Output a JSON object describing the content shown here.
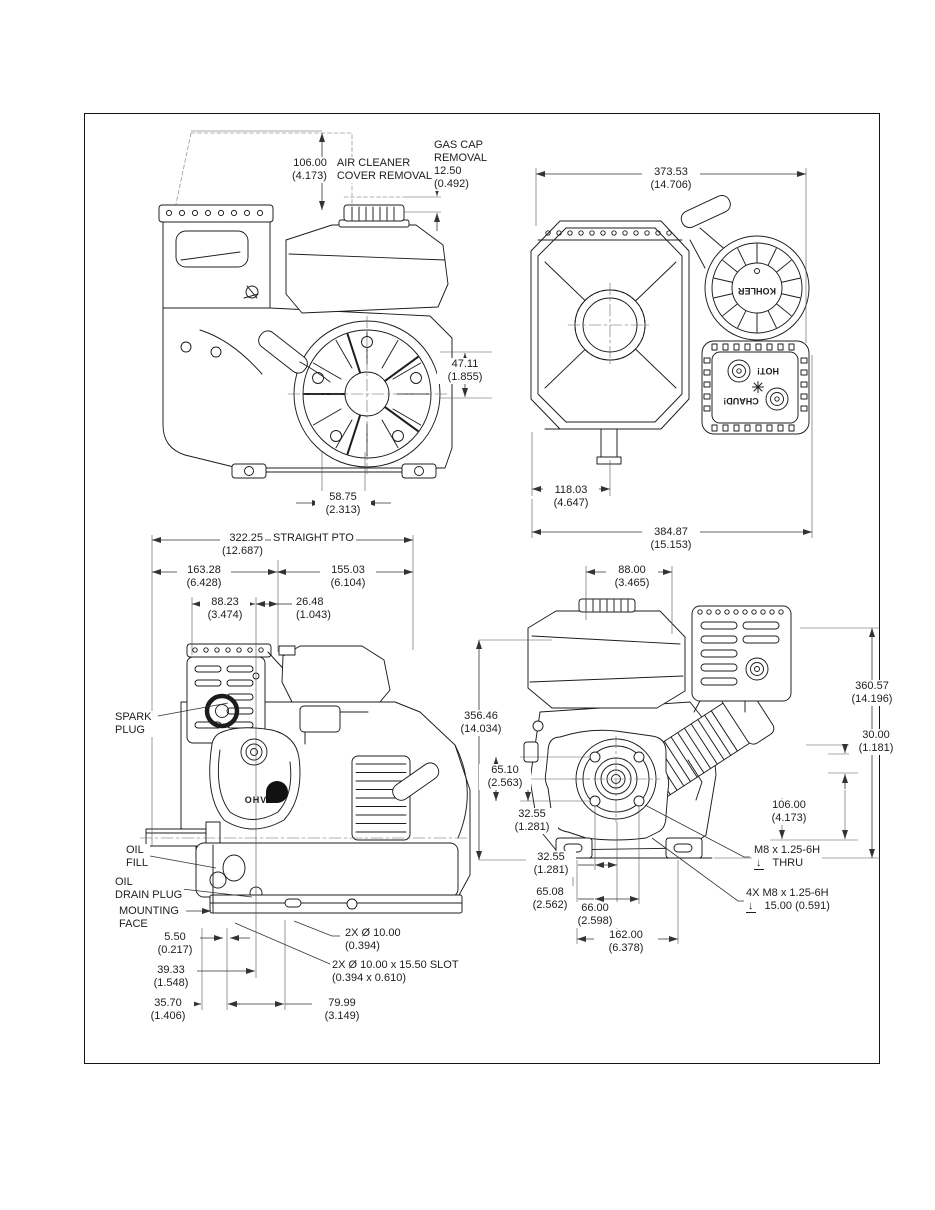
{
  "views": {
    "front": {
      "dims": {
        "air_cleaner_removal": {
          "value": "106.00",
          "inches": "(4.173)",
          "note_line1": "AIR CLEANER",
          "note_line2": "COVER REMOVAL"
        },
        "gas_cap_removal": {
          "note_line1": "GAS CAP",
          "note_line2": "REMOVAL",
          "value": "12.50",
          "inches": "(0.492)"
        },
        "shaft_height": {
          "value": "47.11",
          "inches": "(1.855)"
        },
        "shaft_offset": {
          "value": "58.75",
          "inches": "(2.313)"
        }
      }
    },
    "rear": {
      "dims": {
        "body_width": {
          "value": "373.53",
          "inches": "(14.706)"
        },
        "shaft_to_edge": {
          "value": "118.03",
          "inches": "(4.647)"
        },
        "overall_width": {
          "value": "384.87",
          "inches": "(15.153)"
        }
      },
      "labels": {
        "recoil_brand": "KOHLER",
        "hot_label": "HOT!",
        "chaud_label": "CHAUD!"
      }
    },
    "side": {
      "dims": {
        "straight_pto": {
          "value": "322.25",
          "inches": "(12.687)",
          "note": "STRAIGHT PTO"
        },
        "left_length": {
          "value": "163.28",
          "inches": "(6.428)"
        },
        "right_length": {
          "value": "155.03",
          "inches": "(6.104)"
        },
        "mid_length": {
          "value": "88.23",
          "inches": "(3.474)"
        },
        "short_length": {
          "value": "26.48",
          "inches": "(1.043)"
        },
        "foot_offset": {
          "value": "5.50",
          "inches": "(0.217)"
        },
        "slot_offset": {
          "value": "39.33",
          "inches": "(1.548)"
        },
        "hole_offset": {
          "value": "35.70",
          "inches": "(1.406)"
        },
        "hole_span": {
          "value": "79.99",
          "inches": "(3.149)"
        }
      },
      "labels": {
        "spark_plug_line1": "SPARK",
        "spark_plug_line2": "PLUG",
        "oil_fill_line1": "OIL",
        "oil_fill_line2": "FILL",
        "oil_drain_line1": "OIL",
        "oil_drain_line2": "DRAIN PLUG",
        "mounting_line1": "MOUNTING",
        "mounting_line2": "FACE",
        "valve_cover": "OHV"
      },
      "callouts": {
        "holes_line1": "2X Ø 10.00",
        "holes_line2": "(0.394)",
        "slots_line1": "2X Ø 10.00 x 15.50 SLOT",
        "slots_line2": "(0.394 x 0.610)"
      }
    },
    "pto": {
      "dims": {
        "tank_width": {
          "value": "88.00",
          "inches": "(3.465)"
        },
        "height_left": {
          "value": "356.46",
          "inches": "(14.034)"
        },
        "hole_spacing_v": {
          "value": "65.10",
          "inches": "(2.563)"
        },
        "half_spacing_left": {
          "value": "32.55",
          "inches": "(1.281)"
        },
        "height_right": {
          "value": "360.57",
          "inches": "(14.196)"
        },
        "shaft_drop": {
          "value": "30.00",
          "inches": "(1.181)"
        },
        "offset_right": {
          "value": "106.00",
          "inches": "(4.173)"
        },
        "half_spacing_bottom": {
          "value": "32.55",
          "inches": "(1.281)"
        },
        "hole_spacing_h": {
          "value": "65.08",
          "inches": "(2.562)"
        },
        "foot_span": {
          "value": "66.00",
          "inches": "(2.598)"
        },
        "base_width": {
          "value": "162.00",
          "inches": "(6.378)"
        }
      },
      "callouts": {
        "thread_thru_line1": "M8 x 1.25-6H",
        "thread_thru_depth": "↓",
        "thread_thru_line2": "THRU",
        "thread_tapped_line1": "4X M8 x 1.25-6H",
        "thread_tapped_depth": "↓",
        "thread_tapped_line2": "15.00 (0.591)"
      }
    }
  }
}
